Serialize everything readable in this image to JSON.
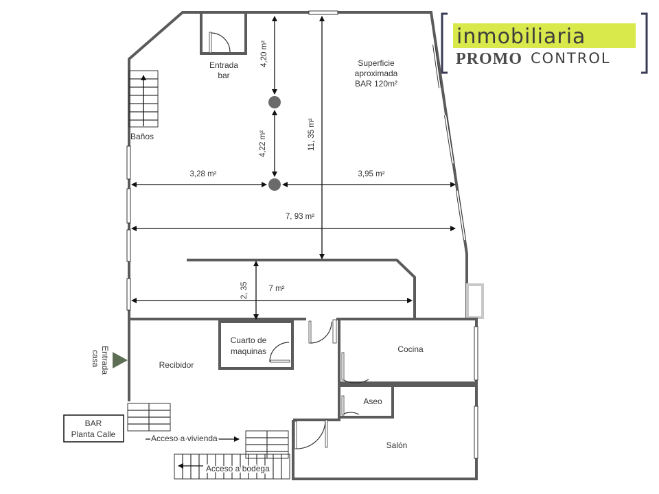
{
  "brand": {
    "line1": "inmobiliaria",
    "promo": "PROMO",
    "control": "CONTROL",
    "accent_color": "#d9e84a",
    "frame_color": "#3a3a55"
  },
  "rooms": {
    "entrada_bar_1": "Entrada",
    "entrada_bar_2": "bar",
    "banos": "Baños",
    "superficie_1": "Superficie",
    "superficie_2": "aproximada",
    "superficie_3": "BAR 120m²",
    "cuarto_1": "Cuarto de",
    "cuarto_2": "maquinas",
    "cocina": "Cocina",
    "recibidor": "Recibidor",
    "aseo": "Aseo",
    "salon": "Salón",
    "entrada_casa_1": "Entrada",
    "entrada_casa_2": "casa"
  },
  "dimensions": {
    "d_420": "4,20 m²",
    "d_422": "4,22 m²",
    "d_1135": "11, 35 m²",
    "d_328": "3,28 m²",
    "d_395": "3,95 m²",
    "d_793": "7, 93 m²",
    "d_235": "2, 35",
    "d_7": "7 m²"
  },
  "legend": {
    "bar_1": "BAR",
    "bar_2": "Planta Calle",
    "acceso_vivienda": "Acceso  a vivienda",
    "acceso_bodega": "Acceso  a bodega"
  },
  "colors": {
    "wall": "#5b5b5b",
    "column": "#6a6a6a",
    "entry_marker": "#5d6e55"
  }
}
